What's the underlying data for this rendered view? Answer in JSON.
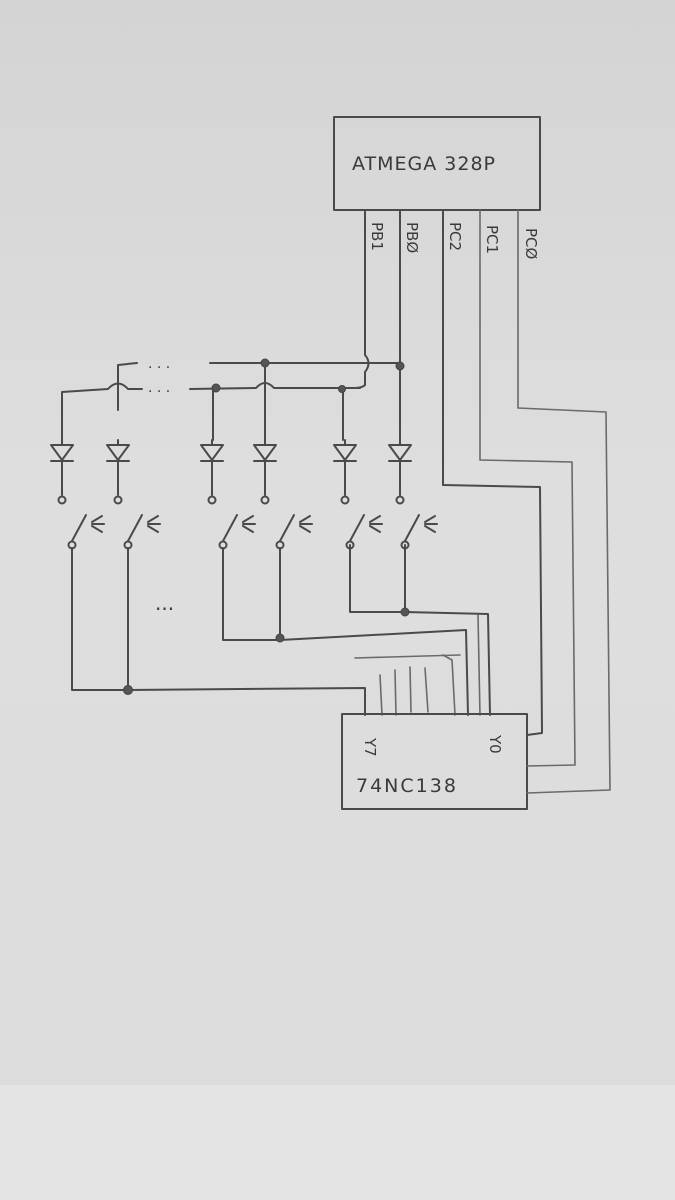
{
  "mcu": {
    "label": "ATMEGA 328P",
    "pins": [
      "PB1",
      "PBØ",
      "PC2",
      "PC1",
      "PCØ"
    ]
  },
  "decoder": {
    "label": "74NC138",
    "outputs": {
      "left": "Y7",
      "right": "Y0"
    }
  },
  "ellipsis": {
    "top": ". . .",
    "middle": "..."
  },
  "colors": {
    "pencil": "#4a4a4a",
    "paper": "#dadada"
  }
}
